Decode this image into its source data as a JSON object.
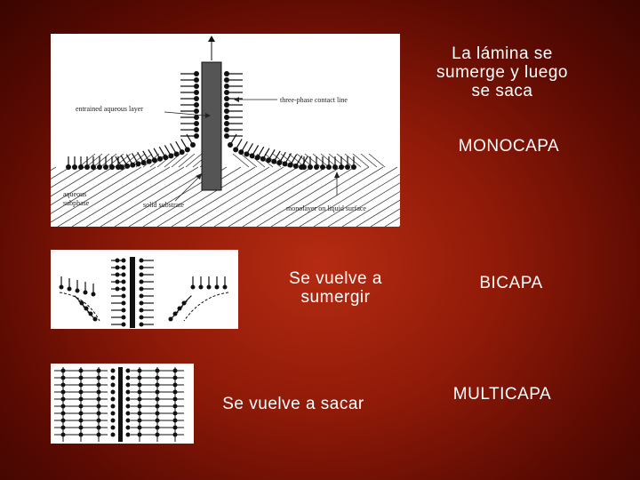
{
  "slide": {
    "texts": {
      "monolayer_step": "La lámina se\nsumerge y luego\nse saca",
      "monolayer": "MONOCAPA",
      "bilayer_step": "Se vuelve a\nsumergir",
      "bilayer": "BICAPA",
      "multilayer_step": "Se vuelve a sacar",
      "multilayer": "MULTICAPA"
    },
    "figure": {
      "entrained": "entrained aqueous layer",
      "contact_line": "three-phase contact line",
      "aqueous": "aqueous",
      "subphase": "subphase",
      "substrate": "solid substrate",
      "monolayer_surface": "monolayer on liquid surface"
    },
    "colors": {
      "background": "#8f1a08",
      "panel": "#ffffff",
      "ink": "#222222",
      "text": "#ffffff"
    }
  }
}
